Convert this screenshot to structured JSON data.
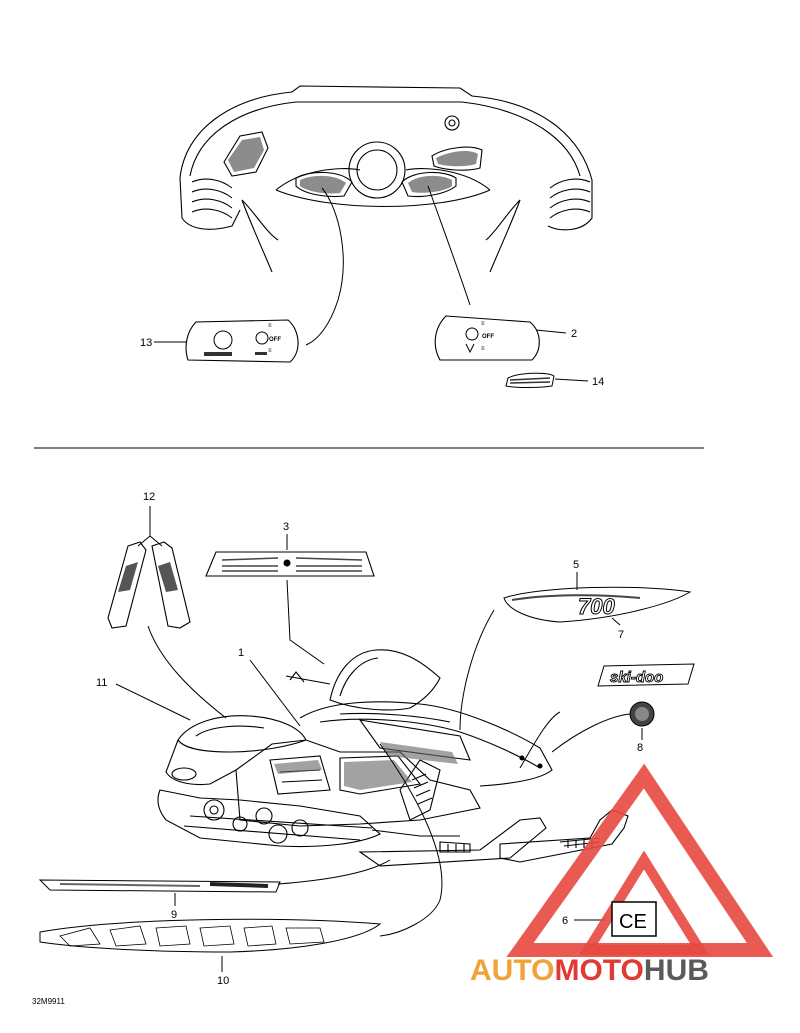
{
  "diagram": {
    "callouts": {
      "c1": "1",
      "c2": "2",
      "c3": "3",
      "c5": "5",
      "c6": "6",
      "c7": "7",
      "c8": "8",
      "c9": "9",
      "c10": "10",
      "c11": "11",
      "c12": "12",
      "c13": "13",
      "c14": "14"
    },
    "switch_labels": {
      "left": {
        "top": "≡",
        "off": "OFF",
        "bottom": "≡"
      },
      "right": {
        "top": "≡",
        "off": "OFF",
        "bottom": "≡"
      }
    },
    "ce_mark": "CE",
    "decal_skidoo": "ski-doo",
    "decal_model": "700",
    "drawing_code": "32M9911"
  },
  "watermark": {
    "part1": "AUTO",
    "part2": "MOTO",
    "part3": "HUB",
    "color_orange": "#f2a23a",
    "color_red": "#e03a35",
    "color_grey": "#5a5a5a"
  }
}
